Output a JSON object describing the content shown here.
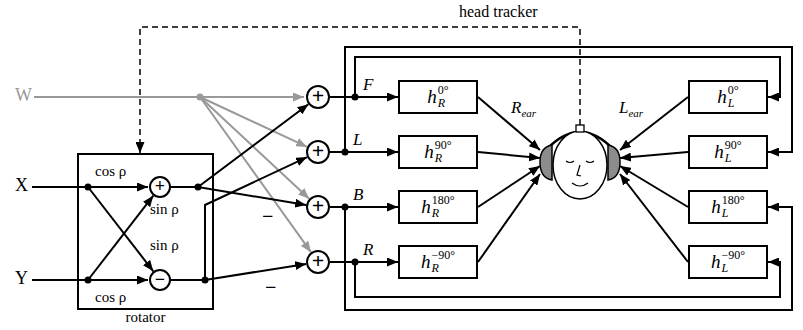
{
  "diagram": {
    "nodes": [
      {
        "text": [
          "rotator"
        ]
      },
      {
        "text": [
          "+"
        ],
        "in": 0
      },
      {
        "text": [
          "−"
        ],
        "in": 0
      },
      {
        "text": [
          "+"
        ]
      },
      {
        "text": [
          "+"
        ]
      },
      {
        "text": [
          "+"
        ]
      },
      {
        "text": [
          "+"
        ]
      },
      {
        "text": [
          "h",
          "R",
          "0°"
        ]
      },
      {
        "text": [
          "h",
          "R",
          "90°"
        ]
      },
      {
        "text": [
          "h",
          "R",
          "180°"
        ]
      },
      {
        "text": [
          "h",
          "R",
          "−90°"
        ]
      },
      {
        "text": [
          "R",
          "ear",
          "L",
          "ear"
        ]
      },
      {
        "text": [
          "h",
          "L",
          "0°"
        ]
      },
      {
        "text": [
          "h",
          "L",
          "90°"
        ]
      },
      {
        "text": [
          "h",
          "L",
          "180°"
        ]
      },
      {
        "text": [
          "h",
          "L",
          "−90°"
        ]
      }
    ],
    "edges": [
      {
        "from": 1,
        "to": 3,
        "arrow": "to"
      },
      {
        "from": 1,
        "to": 5,
        "arrow": "to"
      },
      {
        "from": 2,
        "to": 4,
        "arrow": "to"
      },
      {
        "from": 2,
        "to": 6,
        "arrow": "to"
      },
      {
        "from": 3,
        "to": 7,
        "arrow": "to",
        "label": "F"
      },
      {
        "from": 3,
        "to": 12,
        "arrow": "to"
      },
      {
        "from": 4,
        "to": 8,
        "arrow": "to",
        "label": "L"
      },
      {
        "from": 4,
        "to": 13,
        "arrow": "to"
      },
      {
        "from": 5,
        "to": 9,
        "arrow": "to",
        "label": "B"
      },
      {
        "from": 5,
        "to": 14,
        "arrow": "to"
      },
      {
        "from": 6,
        "to": 10,
        "arrow": "to",
        "label": "R"
      },
      {
        "from": 6,
        "to": 15,
        "arrow": "to"
      },
      {
        "from": 7,
        "to": 11,
        "arrow": "to"
      },
      {
        "from": 8,
        "to": 11,
        "arrow": "to"
      },
      {
        "from": 9,
        "to": 11,
        "arrow": "to"
      },
      {
        "from": 10,
        "to": 11,
        "arrow": "to"
      },
      {
        "from": 12,
        "to": 11,
        "arrow": "to"
      },
      {
        "from": 13,
        "to": 11,
        "arrow": "to"
      },
      {
        "from": 14,
        "to": 11,
        "arrow": "to"
      },
      {
        "from": 15,
        "to": 11,
        "arrow": "to"
      },
      {
        "from": 11,
        "to": 0,
        "arrow": "to",
        "label": "head tracker"
      }
    ],
    "labels": [
      "W",
      "X",
      "Y",
      "cos ρ",
      "sin ρ",
      "sin ρ",
      "cos ρ",
      "−",
      "−"
    ]
  }
}
